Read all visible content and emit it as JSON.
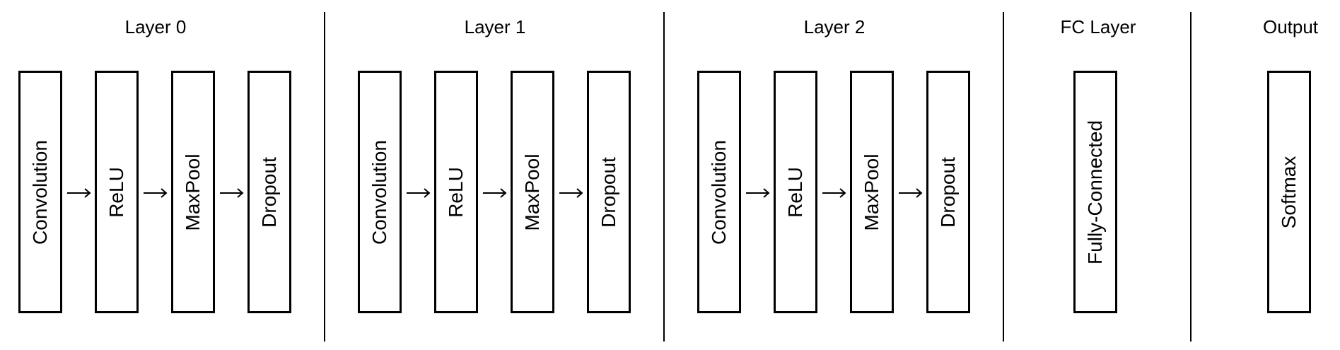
{
  "columns": [
    {
      "title": "Layer 0",
      "blocks": [
        "Convolution",
        "ReLU",
        "MaxPool",
        "Dropout"
      ]
    },
    {
      "title": "Layer 1",
      "blocks": [
        "Convolution",
        "ReLU",
        "MaxPool",
        "Dropout"
      ]
    },
    {
      "title": "Layer 2",
      "blocks": [
        "Convolution",
        "ReLU",
        "MaxPool",
        "Dropout"
      ]
    },
    {
      "title": "FC Layer",
      "blocks": [
        "Fully-Connected"
      ]
    },
    {
      "title": "Output",
      "blocks": [
        "Softmax"
      ]
    }
  ],
  "colors": {
    "line": "#000000",
    "background": "#ffffff"
  },
  "icons": {
    "connector": "right-arrow-icon"
  }
}
